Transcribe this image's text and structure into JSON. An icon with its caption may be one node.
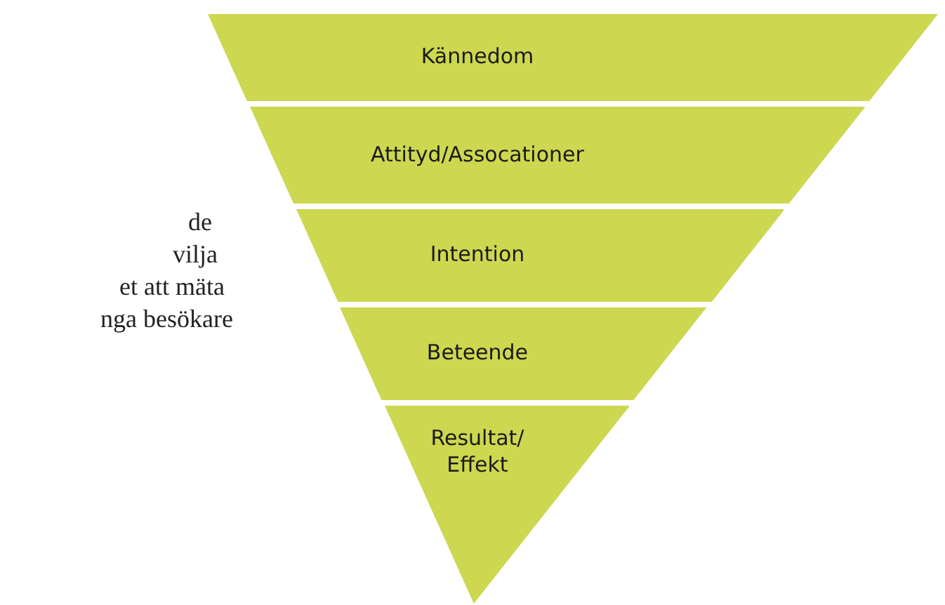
{
  "diagram": {
    "nodes": [
      {
        "text": [
          "Kännedom"
        ]
      },
      {
        "text": [
          "Attityd/Assocationer"
        ]
      },
      {
        "text": [
          "Intention"
        ]
      },
      {
        "text": [
          "Beteende"
        ]
      },
      {
        "text": [
          "Resultat/ Effekt"
        ]
      }
    ],
    "labels": [
      "de",
      "vilja",
      "et att mäta",
      "nga besökare"
    ]
  }
}
